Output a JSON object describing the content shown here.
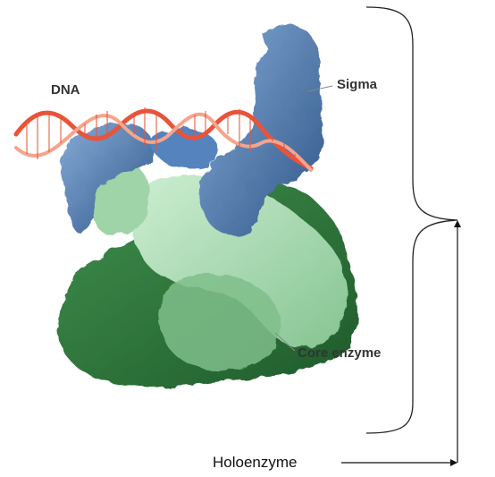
{
  "labels": {
    "dna": "DNA",
    "sigma": "Sigma",
    "core": "Core enzyme",
    "holoenzyme": "Holoenzyme"
  },
  "colors": {
    "dark_green": "#2e7a3c",
    "mid_green": "#4f9a5c",
    "light_green": "#9fd4a8",
    "pale_green": "#c2e8c8",
    "blue": "#4a78b3",
    "blue_dark": "#2f5687",
    "blue_light": "#7ea4d4",
    "dna_red": "#e8543a",
    "dna_pink": "#f6a48c"
  }
}
